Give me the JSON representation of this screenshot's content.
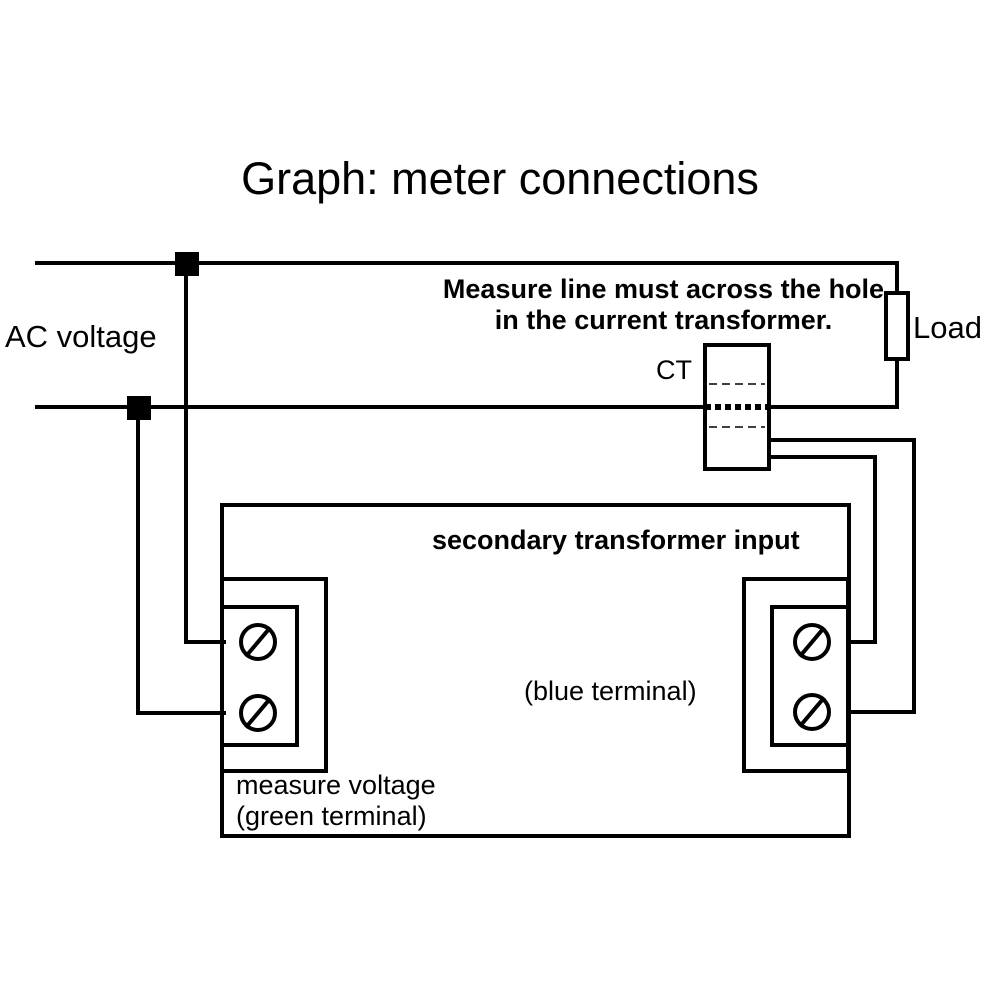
{
  "diagram": {
    "title": "Graph: meter connections",
    "ac_voltage_label": "AC voltage",
    "measure_note": "Measure line must across the hole in the current transformer.",
    "load_label": "Load",
    "ct_label": "CT",
    "secondary_input_label": "secondary transformer input",
    "blue_terminal_label": "(blue terminal)",
    "measure_voltage_label": "measure voltage",
    "green_terminal_label": "(green terminal)"
  },
  "colors": {
    "line": "#000000",
    "background": "#ffffff"
  },
  "icons": [
    "screw-terminal-icon",
    "junction-dot-icon",
    "resistor-icon"
  ]
}
